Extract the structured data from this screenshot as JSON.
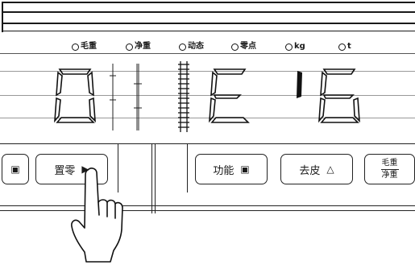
{
  "indicators": [
    {
      "label": "毛重",
      "icon": "lamp-icon"
    },
    {
      "label": "净重",
      "icon": "lamp-icon"
    },
    {
      "label": "动态",
      "icon": "lamp-icon"
    },
    {
      "label": "零点",
      "icon": "lamp-icon"
    },
    {
      "label": "kg",
      "icon": "lamp-icon"
    },
    {
      "label": "t",
      "icon": "lamp-icon"
    }
  ],
  "keys": {
    "left_icon": "▣",
    "zero": {
      "label": "置零",
      "icon": "play-triangle-icon",
      "glyph": "▶"
    },
    "function": {
      "label": "功能",
      "icon": "menu-box-icon",
      "glyph": "▣"
    },
    "tare": {
      "label": "去皮",
      "icon": "warning-triangle-icon",
      "glyph": "△"
    },
    "gross_net": {
      "top": "毛重",
      "bottom": "净重"
    }
  },
  "pointer": {
    "icon": "pointing-hand-icon"
  }
}
